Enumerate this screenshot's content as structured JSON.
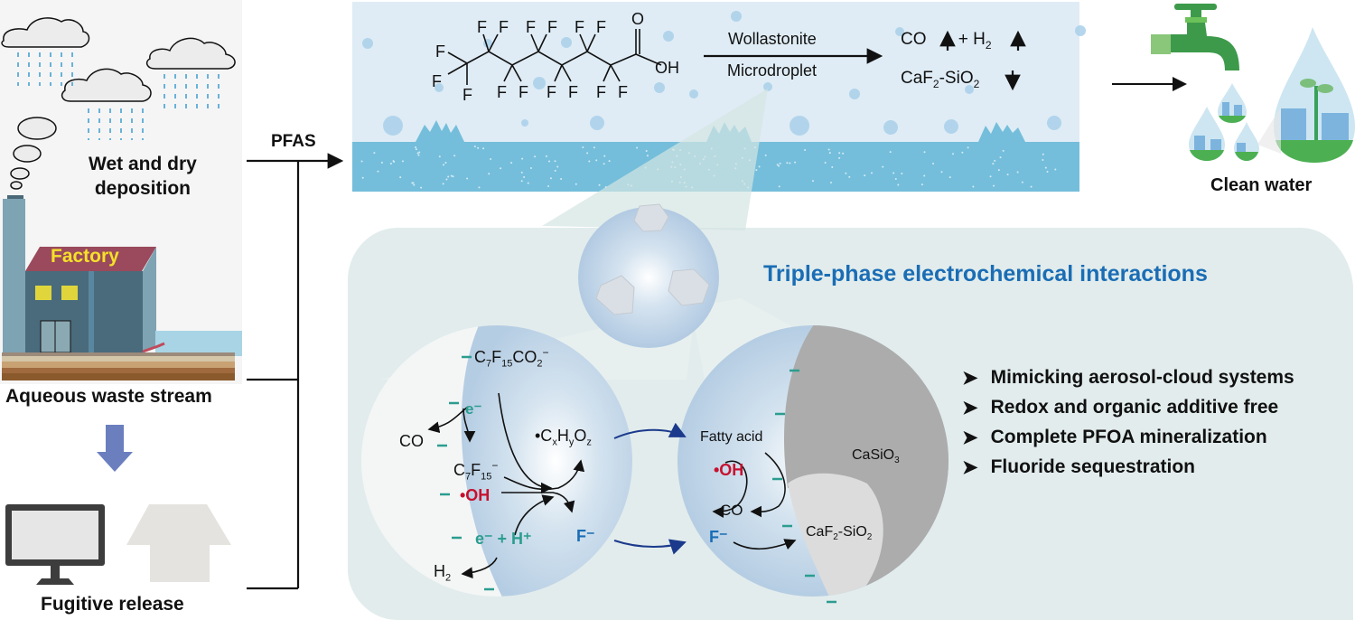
{
  "left_panel": {
    "deposition_label": "Wet and dry\ndeposition",
    "deposition_line1": "Wet and dry",
    "deposition_line2": "deposition",
    "factory_sign": "Factory",
    "aqueous_label": "Aqueous waste stream",
    "fugitive_label": "Fugitive release"
  },
  "flow": {
    "pfas_label": "PFAS"
  },
  "reaction": {
    "molecule": "PFOA",
    "molecule_atoms": {
      "fluorine": "F",
      "oxygen": "O",
      "hydroxyl": "OH"
    },
    "condition_top": "Wollastonite",
    "condition_bottom": "Microdroplet",
    "product_gas_1": "CO",
    "product_gas_plus": "+ H",
    "product_gas_2_sub": "2",
    "product_solid_a": "CaF",
    "product_solid_a_sub": "2",
    "product_solid_b": "-SiO",
    "product_solid_b_sub": "2"
  },
  "outcome": {
    "clean_water_label": "Clean water"
  },
  "mechanism": {
    "title": "Triple-phase electrochemical interactions",
    "left_droplet": {
      "pfoa_anion": [
        "C",
        "7",
        "F",
        "15",
        "CO",
        "2",
        "−"
      ],
      "electron": "e⁻",
      "co": "CO",
      "perfluoro_anion": [
        "C",
        "7",
        "F",
        "15",
        "−"
      ],
      "radical_oh": "•OH",
      "radical_product": [
        "•C",
        "x",
        "H",
        "y",
        "O",
        "z"
      ],
      "fluoride": "F⁻",
      "electron_proton": "e⁻ + H⁺",
      "h2": [
        "H",
        "2"
      ],
      "charge": "–"
    },
    "right_droplet": {
      "fatty_acid": "Fatty acid",
      "radical_oh": "•OH",
      "co": "CO",
      "fluoride": "F⁻",
      "casio3": [
        "CaSiO",
        "3"
      ],
      "caf2_sio2": [
        "CaF",
        "2",
        "-SiO",
        "2"
      ]
    },
    "highlights": [
      "Mimicking aerosol-cloud systems",
      "Redox and organic additive free",
      "Complete PFOA mineralization",
      "Fluoride sequestration"
    ]
  },
  "colors": {
    "accent_blue": "#1a6db5",
    "radical_red": "#c8102e",
    "charge_teal": "#2a9d8f",
    "water": "#74bedb",
    "air": "#dfecf5",
    "panel": "#e2ecec",
    "tap_green": "#3d9a4a"
  }
}
